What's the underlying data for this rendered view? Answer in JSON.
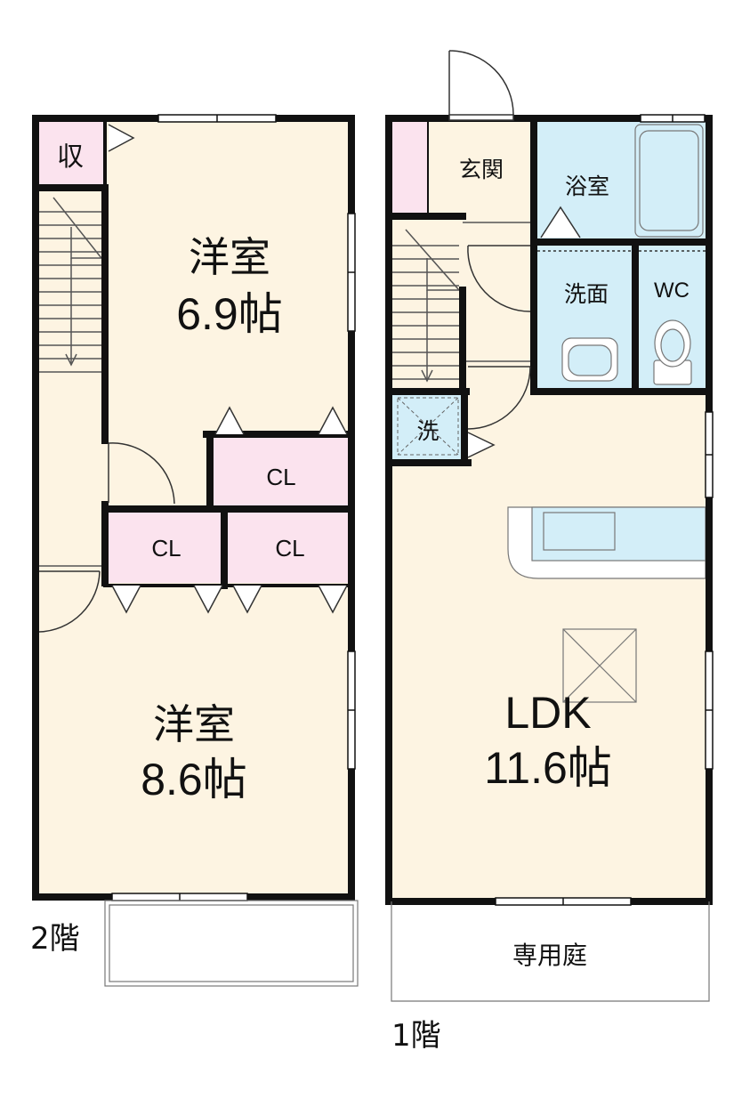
{
  "floor2": {
    "label": "2階",
    "storage_small": "収",
    "room_upper": {
      "name": "洋室",
      "size": "6.9帖"
    },
    "room_lower": {
      "name": "洋室",
      "size": "8.6帖"
    },
    "closet_top": "CL",
    "closet_left": "CL",
    "closet_right": "CL"
  },
  "floor1": {
    "label": "1階",
    "entrance": "玄関",
    "bath": "浴室",
    "washroom": "洗面",
    "wc": "WC",
    "laundry": "洗",
    "ldk": {
      "name": "LDK",
      "size": "11.6帖"
    },
    "garden": "専用庭"
  },
  "colors": {
    "room": "#fdf4e2",
    "closet": "#fbe3ee",
    "wet": "#d3eef8",
    "wall": "#111111"
  }
}
